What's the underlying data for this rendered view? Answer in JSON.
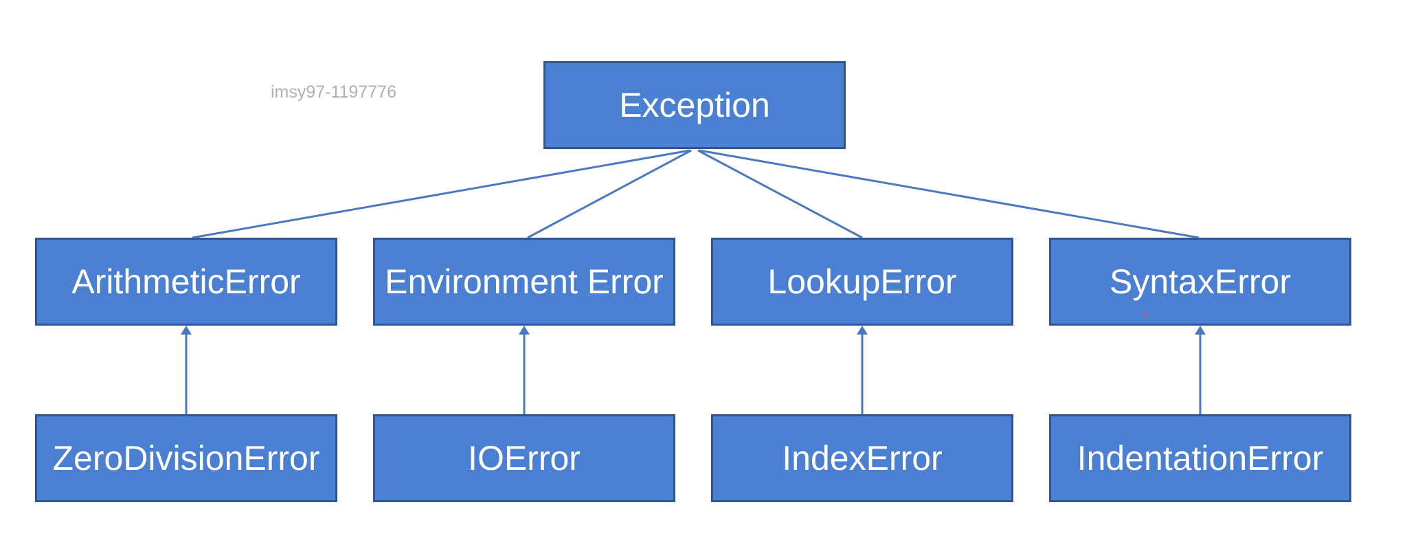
{
  "watermark": "imsy97-1197776",
  "colors": {
    "box_fill": "#4a7fd1",
    "box_border": "#2f5596",
    "connector": "#4a78c2",
    "text": "#ffffff"
  },
  "diagram": {
    "root": {
      "label": "Exception"
    },
    "children": [
      {
        "label": "ArithmeticError",
        "child": "ZeroDivisionError"
      },
      {
        "label": "Environment Error",
        "child": "IOError"
      },
      {
        "label": "LookupError",
        "child": "IndexError"
      },
      {
        "label": "SyntaxError",
        "child": "IndentationError"
      }
    ]
  }
}
